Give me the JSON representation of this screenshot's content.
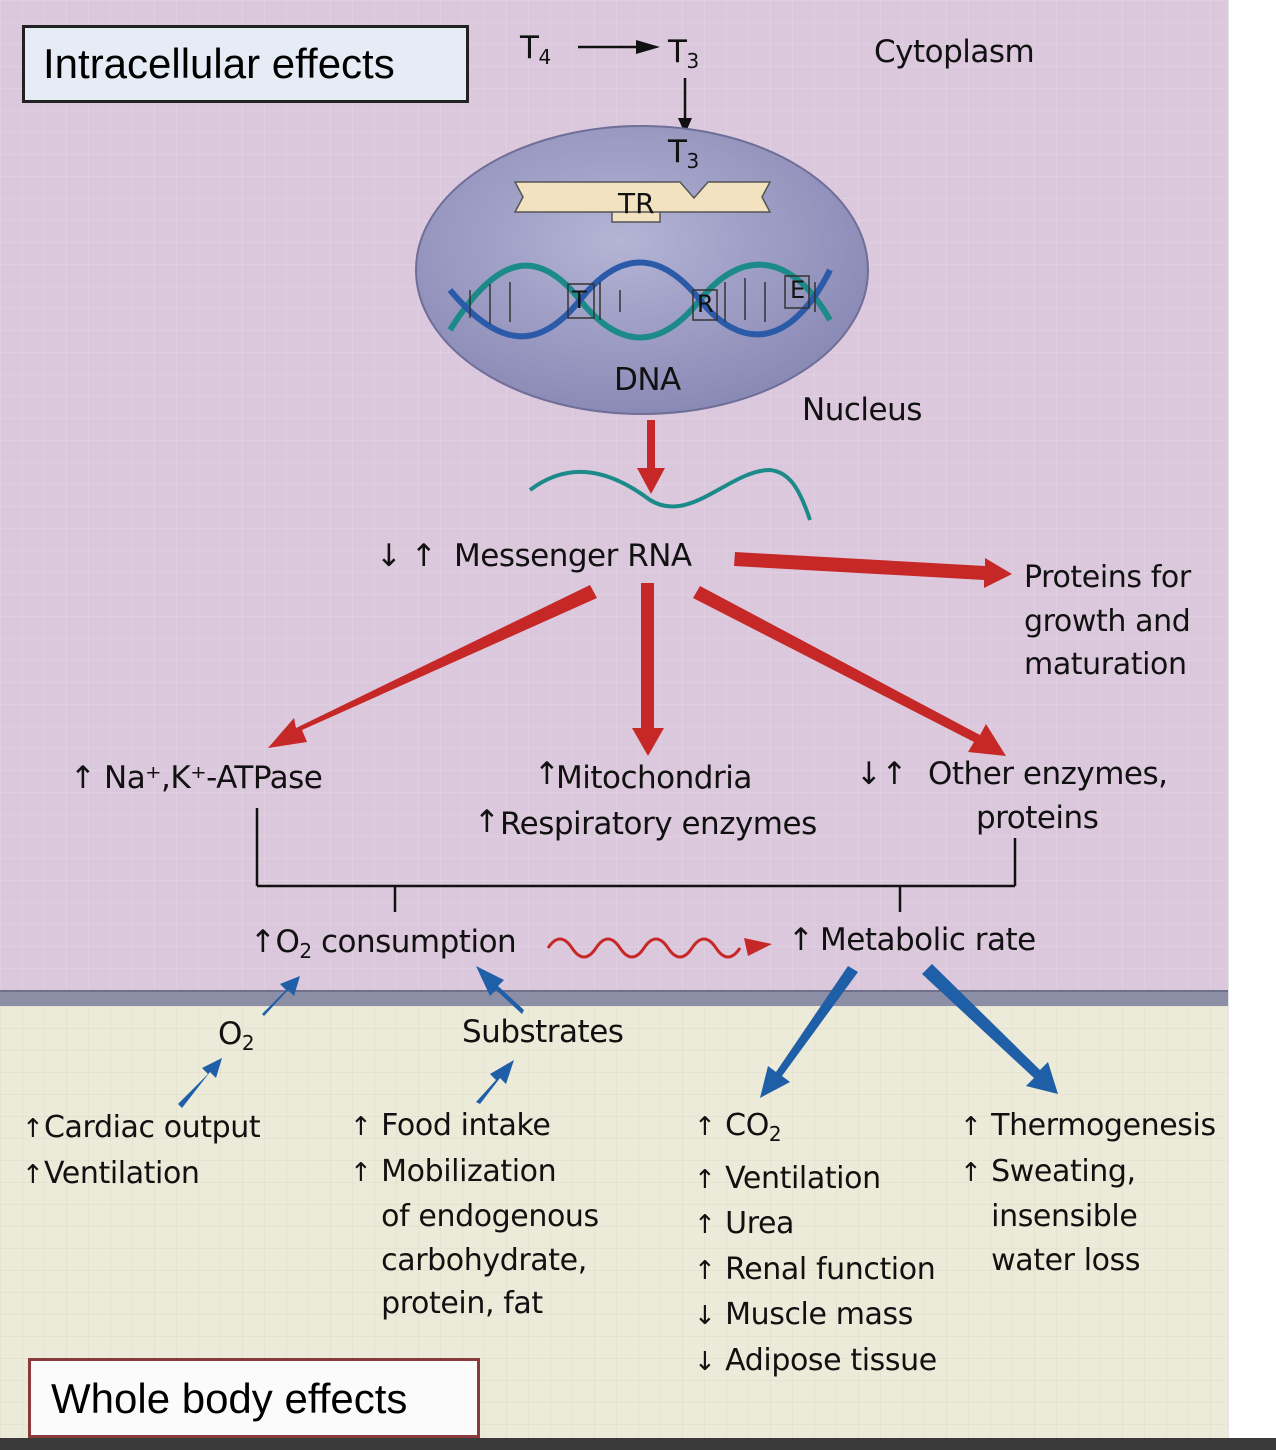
{
  "boxes": {
    "intracellular": "Intracellular effects",
    "whole_body": "Whole body effects"
  },
  "cell": {
    "t4": "T",
    "t4_sub": "4",
    "t3": "T",
    "t3_sub": "3",
    "t3_inner": "T",
    "t3_inner_sub": "3",
    "cytoplasm": "Cytoplasm",
    "receptor": "TR",
    "tre_letters": [
      "T",
      "R",
      "E"
    ],
    "dna": "DNA",
    "nucleus": "Nucleus"
  },
  "intracellular": {
    "mrna_arrows": "↓ ↑",
    "mrna": "Messenger RNA",
    "proteins": [
      "Proteins for",
      "growth and",
      "maturation"
    ],
    "atpase_arrow": "↑",
    "atpase": "Na⁺,K⁺-ATPase",
    "mito_arrow": "↑",
    "mito": "Mitochondria",
    "resp_arrow": "↑",
    "resp": "Respiratory enzymes",
    "other_arrows": "↓↑",
    "other": [
      "Other enzymes,",
      "proteins"
    ],
    "o2_consumption_arrow": "↑",
    "o2_consumption_o": "O",
    "o2_consumption_sub": "2",
    "o2_consumption_rest": " consumption",
    "metabolic_arrow": "↑",
    "metabolic": "Metabolic rate"
  },
  "whole_body": {
    "o2_label": "O",
    "o2_sub": "2",
    "substrates": "Substrates",
    "supply": [
      {
        "arrow": "↑",
        "text": "Cardiac output"
      },
      {
        "arrow": "↑",
        "text": "Ventilation"
      }
    ],
    "food": [
      {
        "arrow": "↑",
        "text": "Food intake"
      },
      {
        "arrow": "↑",
        "text": "Mobilization"
      },
      {
        "arrow": "",
        "text": "of endogenous"
      },
      {
        "arrow": "",
        "text": "carbohydrate,"
      },
      {
        "arrow": "",
        "text": "protein, fat"
      }
    ],
    "co2_arrow": "↑",
    "co2_text": "CO",
    "co2_sub": "2",
    "output": [
      {
        "arrow": "↑",
        "text": "Ventilation"
      },
      {
        "arrow": "↑",
        "text": "Urea"
      },
      {
        "arrow": "↑",
        "text": "Renal function"
      },
      {
        "arrow": "↓",
        "text": "Muscle mass"
      },
      {
        "arrow": "↓",
        "text": "Adipose tissue"
      }
    ],
    "thermo": [
      {
        "arrow": "↑",
        "text": "Thermogenesis"
      },
      {
        "arrow": "↑",
        "text": "Sweating,"
      },
      {
        "arrow": "",
        "text": "insensible"
      },
      {
        "arrow": "",
        "text": "water loss"
      }
    ]
  },
  "colors": {
    "cytoplasm_bg": "#dcc8dc",
    "extracellular_bg": "#ecebd9",
    "red_arrow": "#c62828",
    "blue_arrow": "#1f5fa8",
    "nucleus": "#9a9ac2",
    "receptor": "#f2e2c0"
  }
}
